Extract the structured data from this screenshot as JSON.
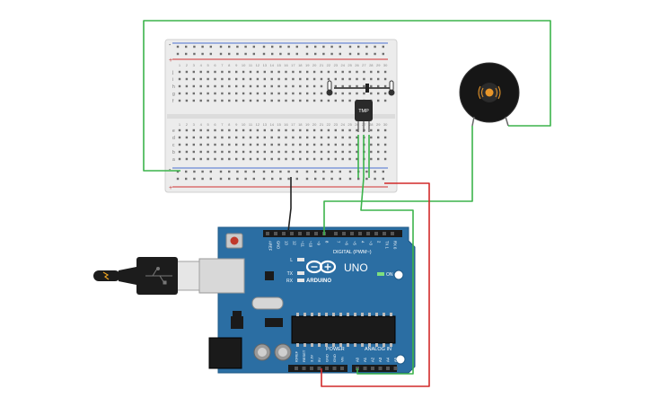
{
  "breadboard": {
    "rail_minus": "-",
    "rail_plus": "+",
    "columns": 30,
    "row_letters_top": [
      "j",
      "i",
      "h",
      "g",
      "f"
    ],
    "row_letters_bottom": [
      "e",
      "d",
      "c",
      "b",
      "a"
    ]
  },
  "sensor": {
    "label": "TMP"
  },
  "arduino": {
    "brand": "ARDUINO",
    "model": "UNO",
    "digital_header_label": "DIGITAL (PWM~)",
    "power_label": "POWER",
    "analog_label": "ANALOG IN",
    "on_label": "ON",
    "tx_label": "TX",
    "rx_label": "RX",
    "l_label": "L",
    "digital_pins": [
      "AREF",
      "GND",
      "13",
      "12",
      "~11",
      "~10",
      "~9",
      "8",
      "7",
      "~6",
      "~5",
      "4",
      "~3",
      "2",
      "TX 1",
      "RX 0"
    ],
    "power_pins": [
      "IOREF",
      "RESET",
      "3.3V",
      "5V",
      "GND",
      "GND",
      "Vin"
    ],
    "analog_pins": [
      "A0",
      "A1",
      "A2",
      "A3",
      "A4",
      "A5"
    ]
  },
  "colors": {
    "wire_green": "#3cb44b",
    "wire_red": "#d22a2a",
    "wire_black": "#222222",
    "board_blue": "#2b6ea3",
    "breadboard": "#ececec"
  }
}
